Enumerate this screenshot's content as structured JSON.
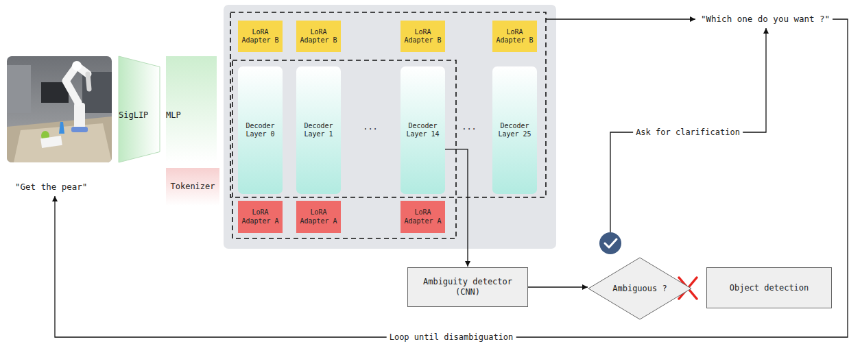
{
  "diagram": {
    "nodes": [
      {
        "text": [
          "SigLIP"
        ]
      },
      {
        "text": [
          "MLP"
        ]
      },
      {
        "text": [
          "Tokenizer"
        ]
      },
      {
        "text": [
          "LoRA Adapter B"
        ]
      },
      {
        "text": [
          "LoRA Adapter B"
        ]
      },
      {
        "text": [
          "LoRA Adapter B"
        ]
      },
      {
        "text": [
          "LoRA Adapter B"
        ]
      },
      {
        "text": [
          "Decoder Layer 0"
        ]
      },
      {
        "text": [
          "Decoder Layer 1"
        ]
      },
      {
        "text": [
          "Decoder Layer 14"
        ]
      },
      {
        "text": [
          "Decoder Layer 25"
        ]
      },
      {
        "text": [
          "LoRA Adapter A"
        ]
      },
      {
        "text": [
          "LoRA Adapter A"
        ]
      },
      {
        "text": [
          "LoRA Adapter A"
        ]
      },
      {
        "text": [
          "Ambiguity detector (CNN)"
        ]
      },
      {
        "text": [
          "Ambiguous ?"
        ]
      },
      {
        "text": [
          "Object detection"
        ]
      }
    ],
    "edges": [
      {
        "from": 9,
        "to": 14,
        "arrow": "to"
      },
      {
        "from": 14,
        "to": 15,
        "arrow": "to"
      }
    ],
    "labels": [
      "\"Which one do you want ?\"",
      "\"Get the pear\"",
      "...",
      "...",
      "Ask for clarification",
      "Loop until disambiguation"
    ]
  }
}
